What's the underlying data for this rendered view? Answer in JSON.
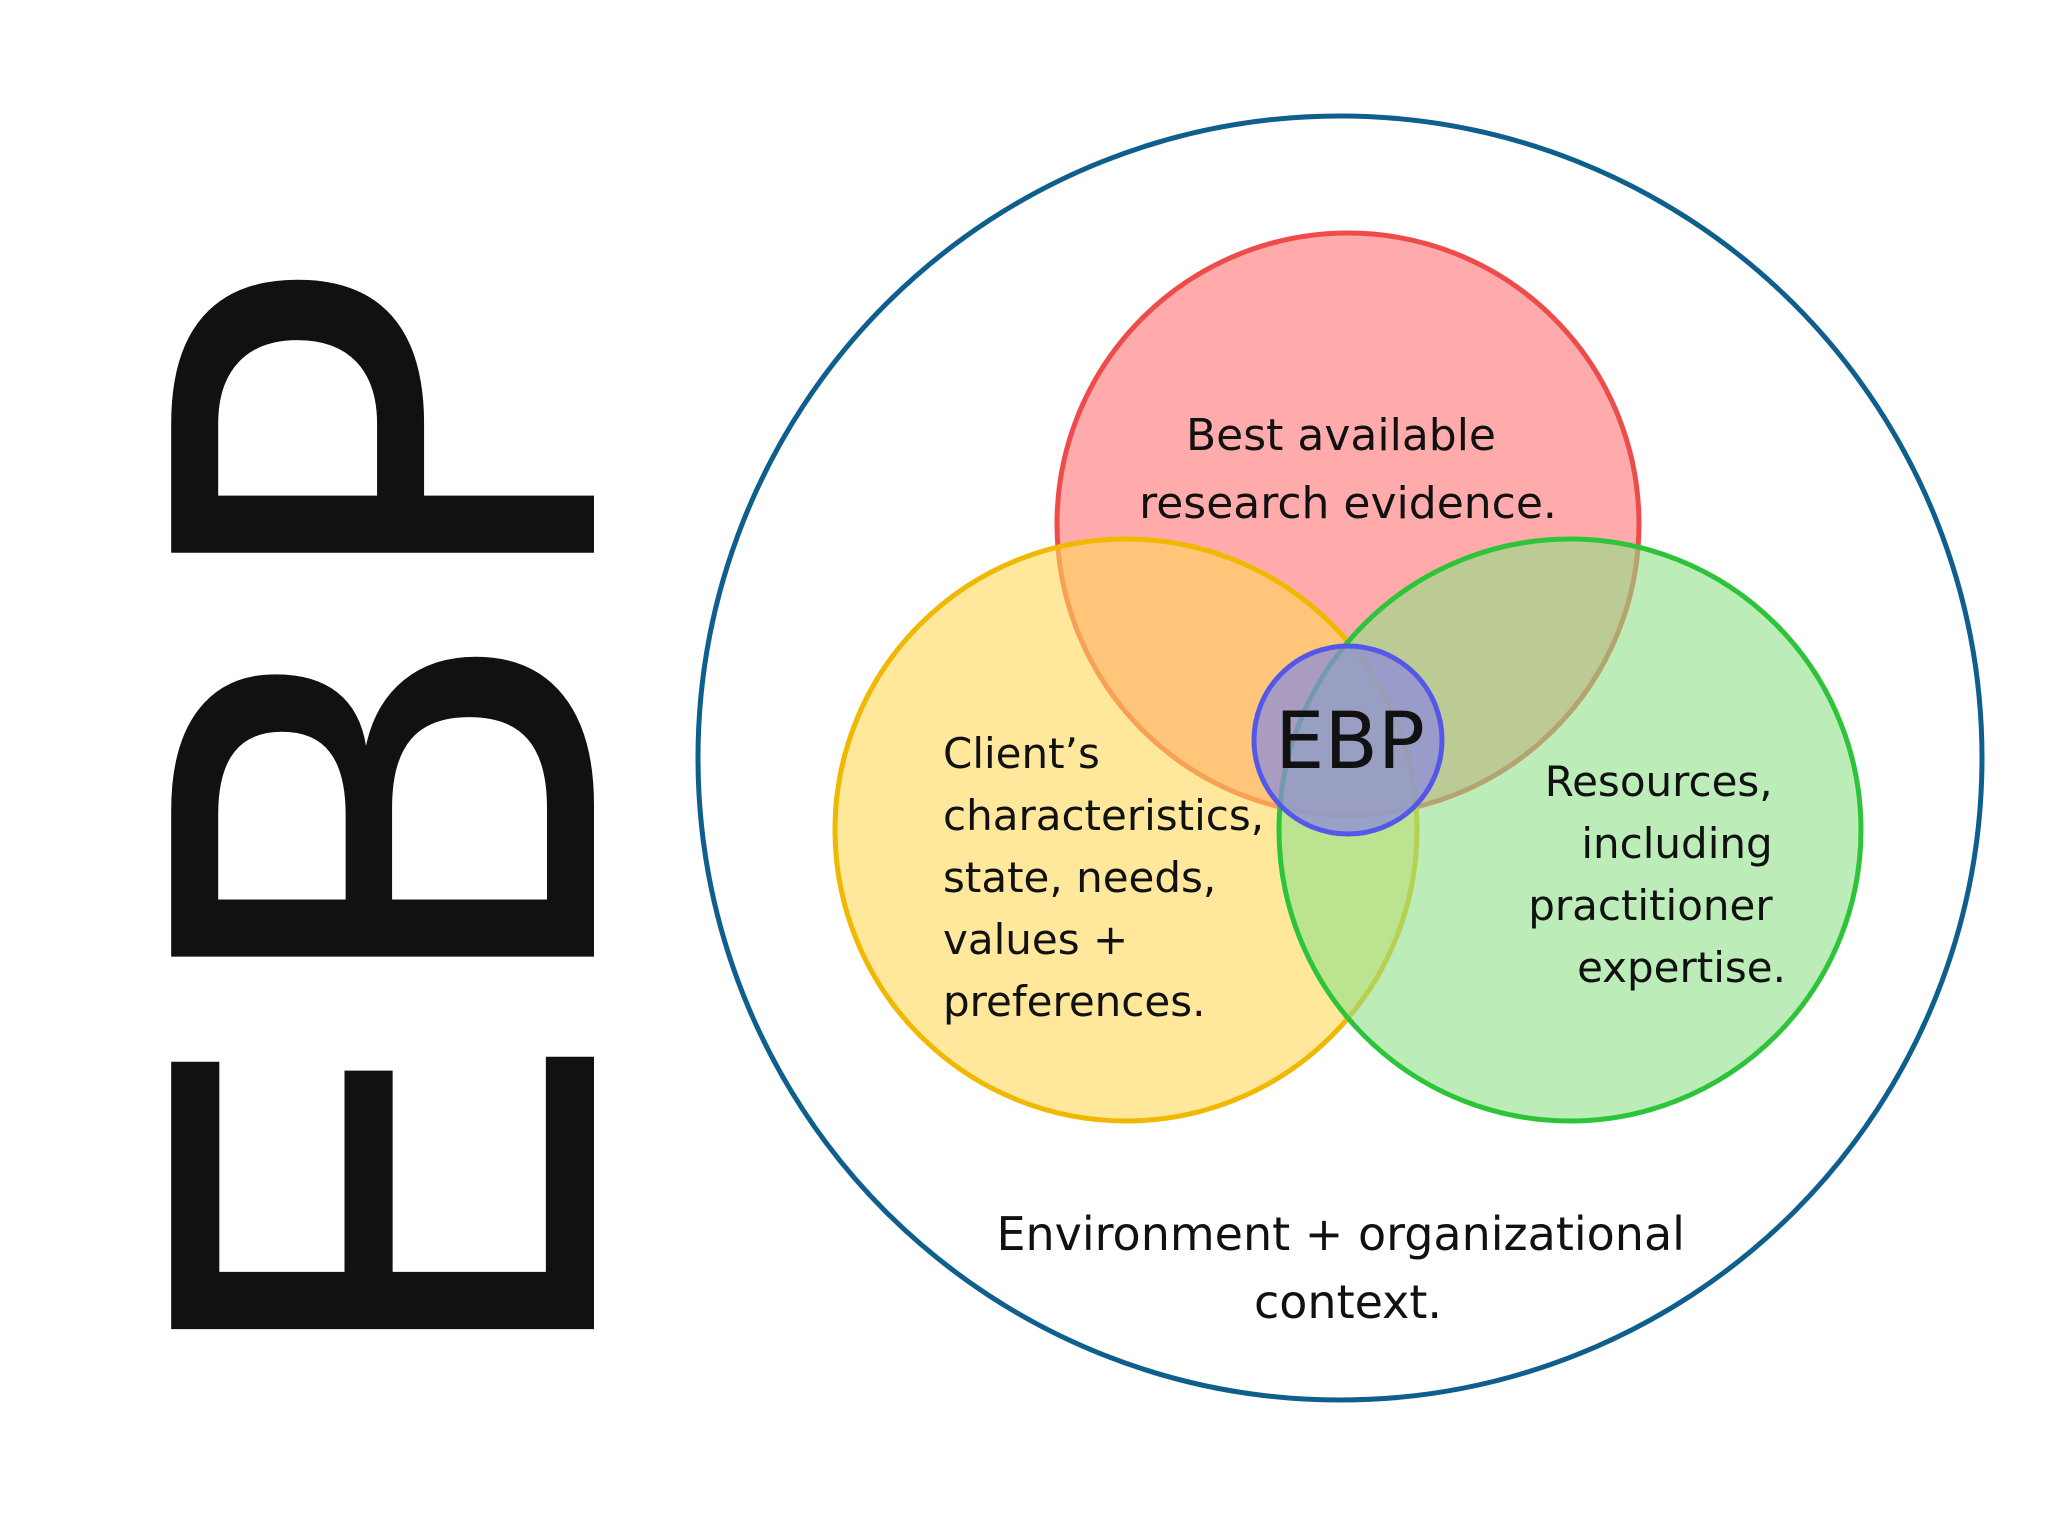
{
  "side_title": {
    "text": "EBP",
    "color": "#38CCCC"
  },
  "diagram": {
    "outer_circle": {
      "label_lines": [
        "Environment + organizational",
        "context."
      ],
      "stroke_color": "#0E5F8E"
    },
    "circles": {
      "research": {
        "label_lines": [
          "Best available",
          "research evidence."
        ],
        "fill_color": "#FF8A8A",
        "stroke_color": "#EE4B4B"
      },
      "client": {
        "label_lines": [
          "Client’s",
          "characteristics,",
          "state, needs,",
          "values +",
          "preferences."
        ],
        "fill_color": "#FFD85A",
        "stroke_color": "#F0B800"
      },
      "resources": {
        "label_lines": [
          "Resources,",
          "including",
          "practitioner",
          "expertise."
        ],
        "fill_color": "#8FE088",
        "stroke_color": "#2EC43A"
      }
    },
    "center": {
      "label": "EBP",
      "fill_color": "#8E8CD8",
      "stroke_color": "#5458E8"
    }
  }
}
